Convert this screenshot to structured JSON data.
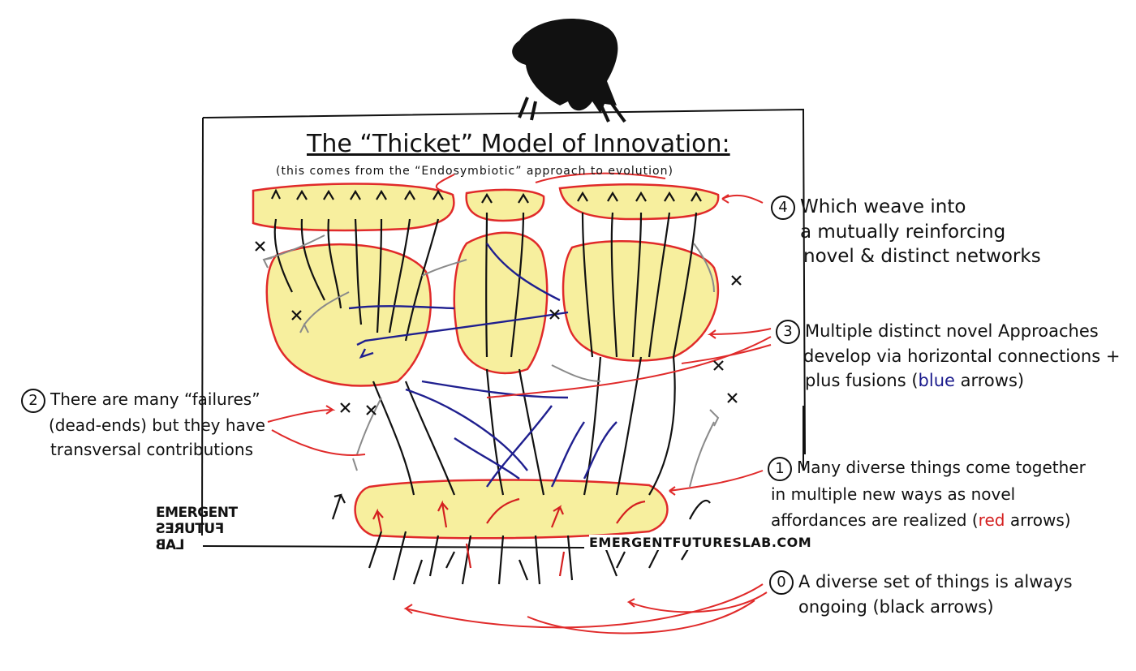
{
  "title": "The “Thicket” Model of Innovation:",
  "subtitle": "(this comes from the “Endosymbiotic” approach to evolution)",
  "notes": {
    "n4": {
      "num": "4",
      "line1": "Which weave into",
      "line2": "a mutually reinforcing",
      "line3": "novel & distinct networks"
    },
    "n3": {
      "num": "3",
      "line1": "Multiple distinct novel Approaches",
      "line2": "develop via horizontal connections +",
      "line3a": "plus fusions (",
      "line3b": "blue",
      "line3c": " arrows)"
    },
    "n2": {
      "num": "2",
      "line1": "There are many “failures”",
      "line2": "(dead-ends) but they have",
      "line3": "transversal contributions"
    },
    "n1": {
      "num": "1",
      "line1": "Many diverse things come together",
      "line2": "in multiple new ways as novel",
      "line3a": "affordances are realized (",
      "line3b": "red",
      "line3c": " arrows)"
    },
    "n0": {
      "num": "0",
      "line1": "A diverse set of things is always",
      "line2": "ongoing (black arrows)"
    }
  },
  "logo": {
    "line1": "EMERGENT",
    "line2": "FUTURES",
    "line3": "LAB"
  },
  "url": "EMERGENTFUTURESLAB.COM",
  "icons": {
    "bird": "crow-icon",
    "failure": "x-mark-icon"
  },
  "colors": {
    "highlight": "#f7ef9e",
    "outline": "#e02a2a",
    "blue_arrow": "#1f1f8f",
    "gray_arrow": "#8a8a8a",
    "ink": "#111111"
  }
}
